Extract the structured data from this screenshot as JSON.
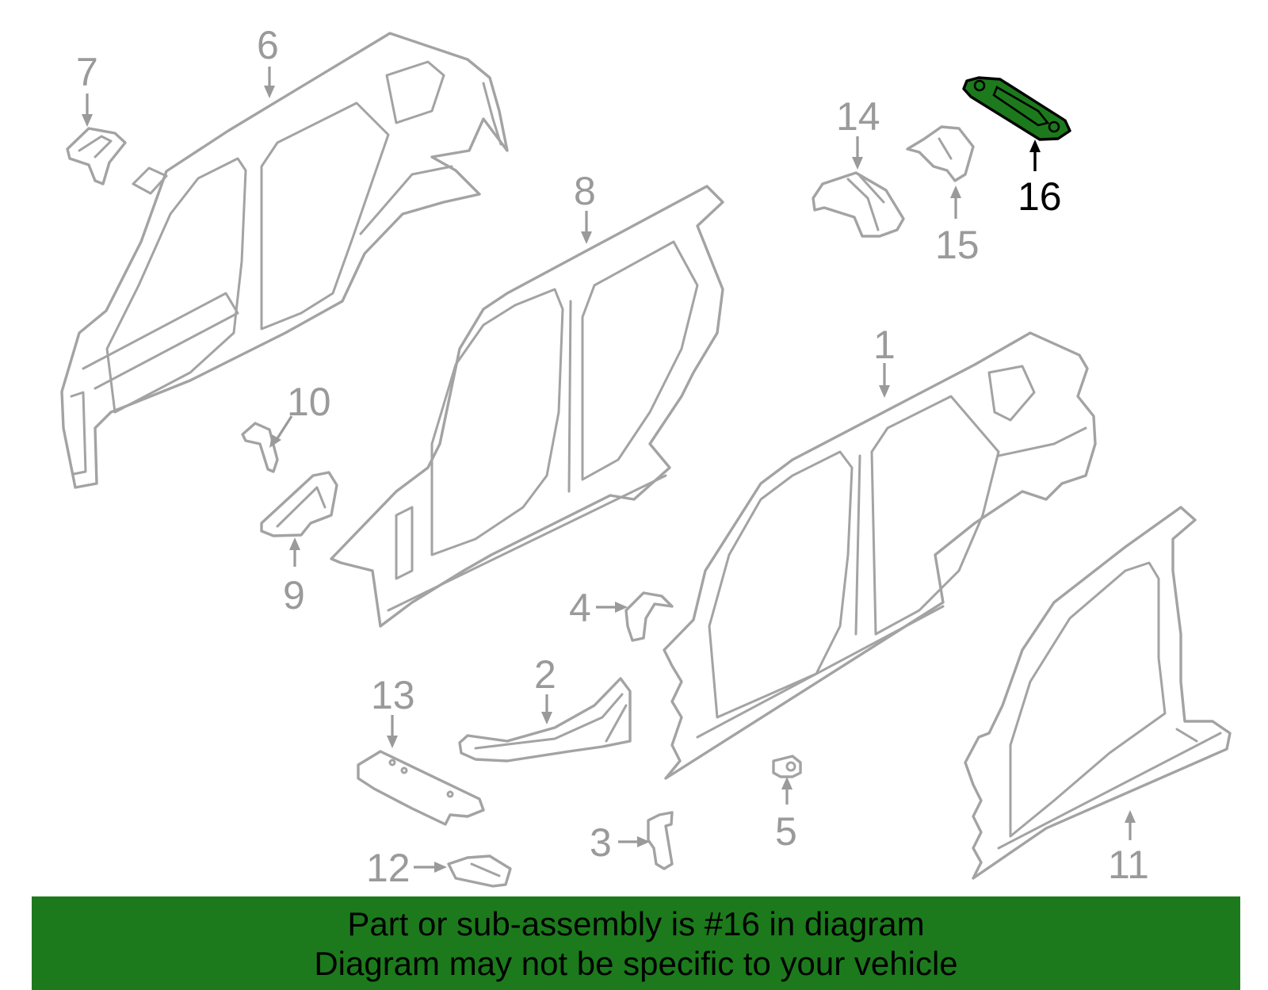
{
  "highlight_color": "#1c7a1c",
  "highlighted_part": "16",
  "callouts": {
    "c1": "1",
    "c2": "2",
    "c3": "3",
    "c4": "4",
    "c5": "5",
    "c6": "6",
    "c7": "7",
    "c8": "8",
    "c9": "9",
    "c10": "10",
    "c11": "11",
    "c12": "12",
    "c13": "13",
    "c14": "14",
    "c15": "15",
    "c16": "16"
  },
  "banner": {
    "line1": "Part or sub-assembly is #16 in diagram",
    "line2": "Diagram may not be specific to your vehicle"
  }
}
